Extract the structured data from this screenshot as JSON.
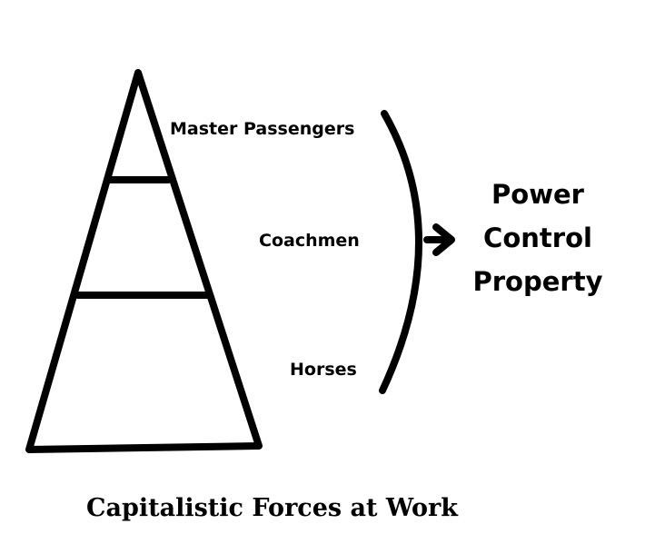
{
  "levels": [
    "Master Passengers",
    "Coachmen",
    "Horses"
  ],
  "outcomes": [
    "Power",
    "Control",
    "Property"
  ],
  "title": "Capitalistic Forces at Work"
}
